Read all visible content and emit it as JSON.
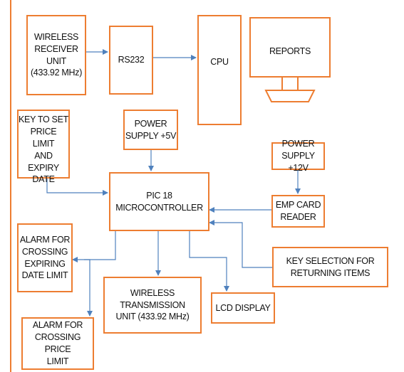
{
  "diagram": {
    "wireless_receiver": "WIRELESS\nRECEIVER UNIT\n(433.92 MHz)",
    "rs232": "RS232",
    "cpu": "CPU",
    "reports": "REPORTS",
    "key_price_limit": "KEY TO SET\nPRICE LIMIT\nAND EXPIRY\nDATE",
    "power_5v": "POWER\nSUPPLY +5V",
    "power_12v": "POWER\nSUPPLY +12V",
    "pic18": "PIC 18\nMICROCONTROLLER",
    "emp_card_reader": "EMP CARD\nREADER",
    "alarm_expiry": "ALARM FOR\nCROSSING\nEXPIRING\nDATE LIMIT",
    "key_selection": "KEY SELECTION FOR\nRETURNING ITEMS",
    "wireless_tx": "WIRELESS TRANSMISSION\nUNIT (433.92 MHz)",
    "lcd_display": "LCD DISPLAY",
    "alarm_price": "ALARM FOR\nCROSSING PRICE\nLIMIT"
  },
  "colors": {
    "box_border": "#ED7D31",
    "connector": "#4F81BD"
  }
}
